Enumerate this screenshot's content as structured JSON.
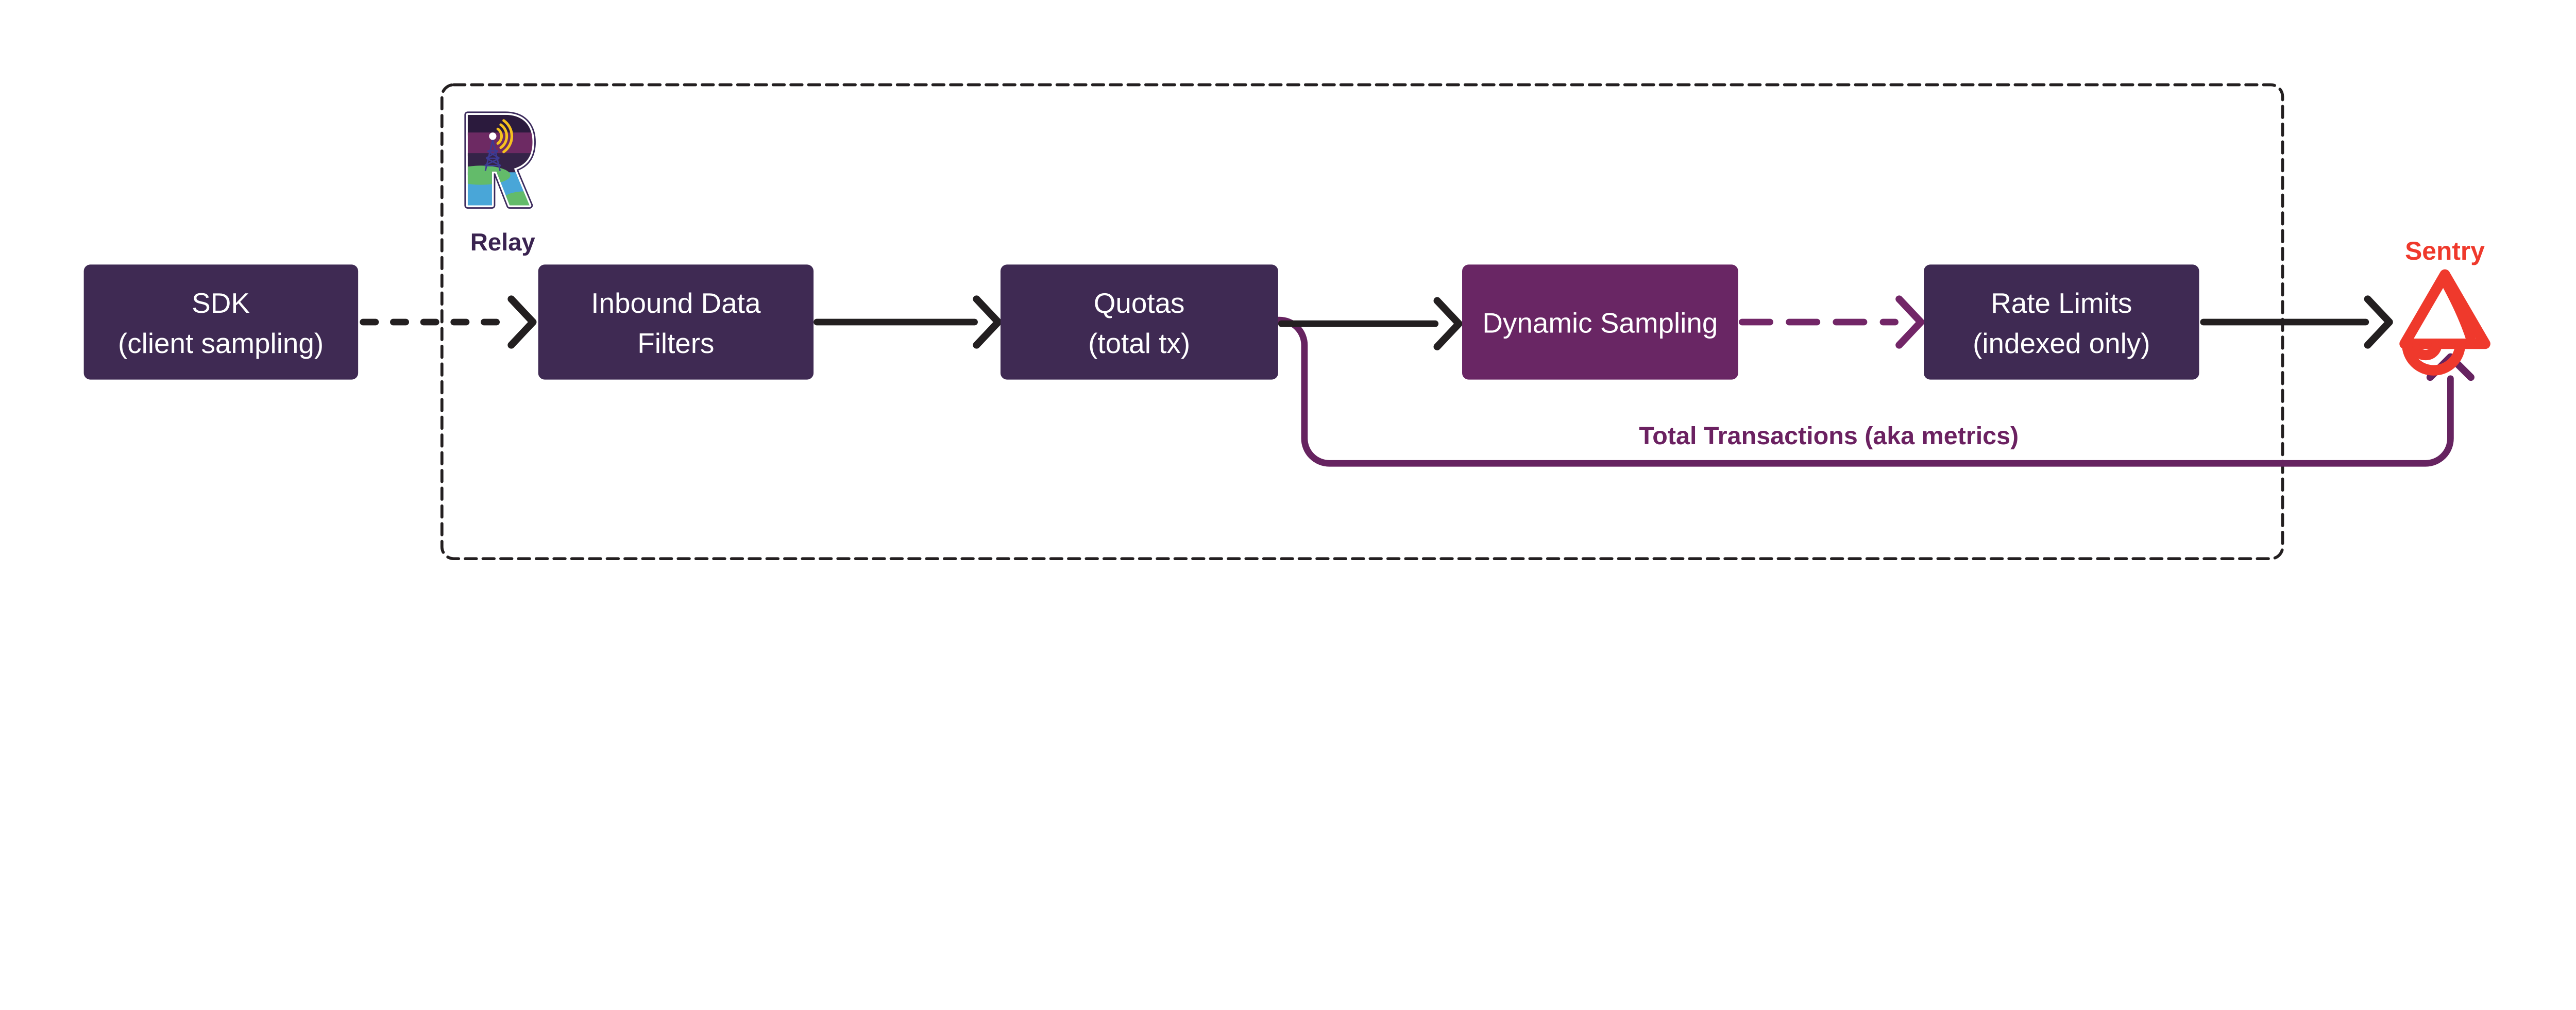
{
  "diagram": {
    "relay_section": {
      "label": "Relay",
      "logo_icon": "relay-logo-icon"
    },
    "nodes": [
      {
        "id": "sdk",
        "line1": "SDK",
        "line2": "(client sampling)"
      },
      {
        "id": "inbound-data-filters",
        "line1": "Inbound Data",
        "line2": "Filters"
      },
      {
        "id": "quotas",
        "line1": "Quotas",
        "line2": "(total tx)"
      },
      {
        "id": "dynamic-sampling",
        "line1": "Dynamic Sampling"
      },
      {
        "id": "rate-limits",
        "line1": "Rate Limits",
        "line2": "(indexed only)"
      }
    ],
    "sentry": {
      "label": "Sentry",
      "logo_icon": "sentry-logo-icon"
    },
    "metrics_flow_label": "Total Transactions (aka metrics)",
    "colors": {
      "node_fill": "#3F2A53",
      "node_highlight_fill": "#692664",
      "line_black": "#231F20",
      "accent_purple": "#6B2161",
      "metrics_line_purple": "#662360",
      "dashed_arrow_purple": "#722667",
      "sentry_red": "#EF392C",
      "relay_dark_purple": "#3A2350"
    }
  }
}
